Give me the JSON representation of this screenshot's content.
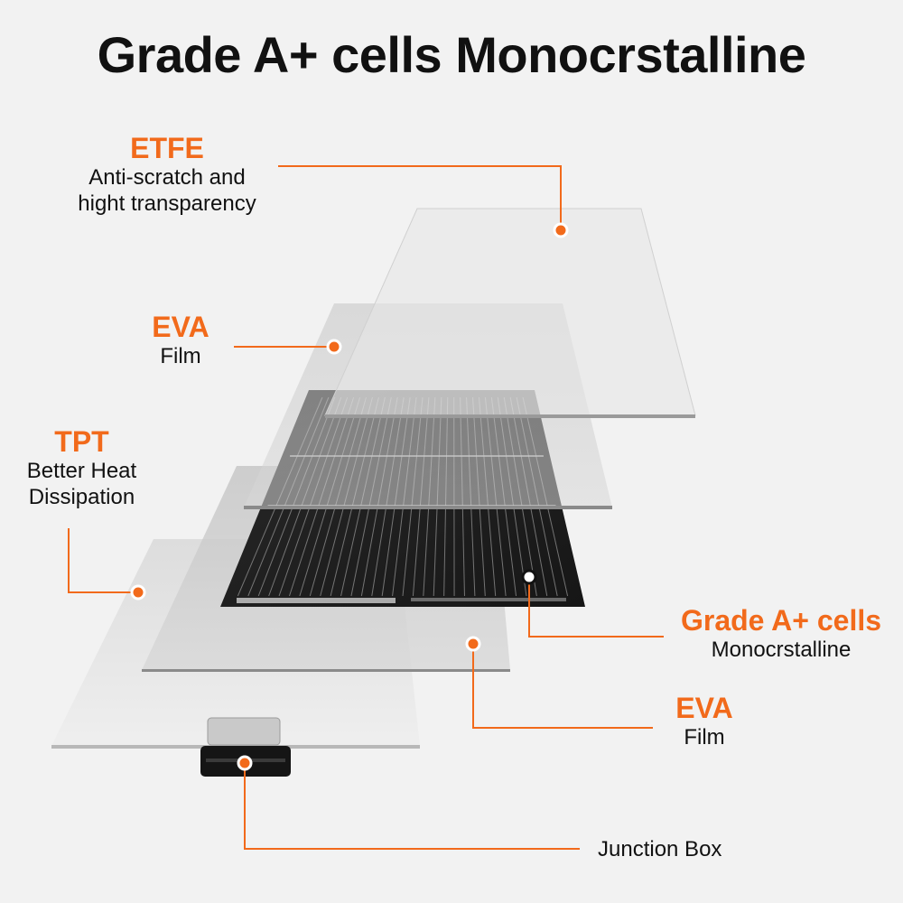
{
  "title": "Grade A+ cells Monocrstalline",
  "colors": {
    "accent": "#f26a1b",
    "background": "#f2f2f2",
    "cell": "#1c1c1c"
  },
  "layers": [
    {
      "name": "ETFE",
      "description": [
        "Anti-scratch and",
        "hight transparency"
      ]
    },
    {
      "name": "EVA",
      "description": [
        "Film"
      ]
    },
    {
      "name": "TPT",
      "description": [
        "Better Heat",
        "Dissipation"
      ]
    },
    {
      "name": "Grade A+ cells",
      "description": [
        "Monocrstalline"
      ]
    },
    {
      "name": "EVA",
      "description": [
        "Film"
      ]
    }
  ],
  "junction_box": "Junction Box"
}
